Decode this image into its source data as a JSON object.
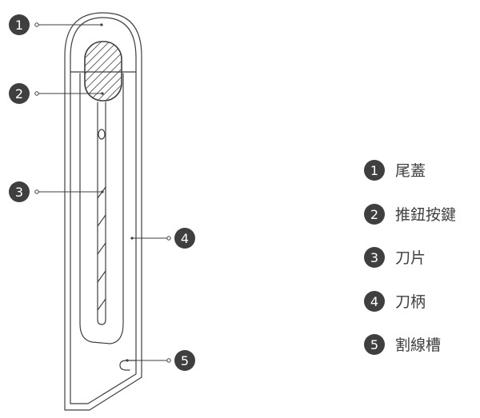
{
  "diagram": {
    "ink_color": "#3f3f3f",
    "callouts": [
      "1",
      "2",
      "3",
      "4",
      "5"
    ]
  },
  "legend": {
    "items": [
      {
        "number": "1",
        "label": "尾蓋"
      },
      {
        "number": "2",
        "label": "推鈕按鍵"
      },
      {
        "number": "3",
        "label": "刀片"
      },
      {
        "number": "4",
        "label": "刀柄"
      },
      {
        "number": "5",
        "label": "割線槽"
      }
    ]
  }
}
